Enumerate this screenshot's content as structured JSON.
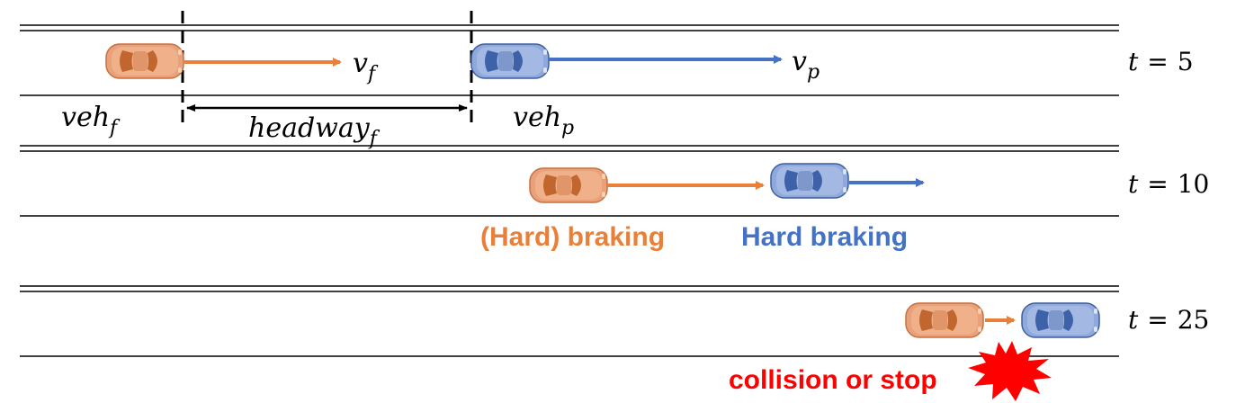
{
  "colors": {
    "follower": "#E8803A",
    "leader": "#4472C4",
    "collision": "#FF0000",
    "road": "#000000"
  },
  "panels": [
    {
      "time": {
        "var": "t",
        "eq": "=",
        "value": "5"
      },
      "follower": {
        "name": "veh",
        "sub": "f",
        "velocity": "v",
        "velocity_sub": "f"
      },
      "leader": {
        "name": "veh",
        "sub": "p",
        "velocity": "v",
        "velocity_sub": "p"
      },
      "headway": {
        "name": "headway",
        "sub": "f"
      }
    },
    {
      "time": {
        "var": "t",
        "eq": "=",
        "value": "10"
      },
      "follower_label": "(Hard) braking",
      "leader_label": "Hard braking"
    },
    {
      "time": {
        "var": "t",
        "eq": "=",
        "value": "25"
      },
      "event_label": "collision or stop",
      "event_icon": "explosion-icon"
    }
  ],
  "icons": {
    "follower_car": "orange-car-icon",
    "leader_car": "blue-car-icon"
  }
}
